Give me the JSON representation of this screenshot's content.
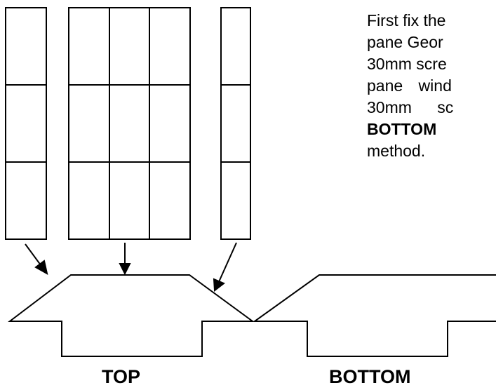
{
  "instructions": {
    "lines": [
      "First fix the",
      "pane Geor",
      "30mm scre",
      "pane wind",
      "30mm sc",
      "method."
    ],
    "bold_word": "BOTTOM"
  },
  "labels": {
    "top": "TOP",
    "bottom": "BOTTOM"
  },
  "colors": {
    "line": "#000000",
    "background": "#ffffff"
  },
  "windows": [
    {
      "name": "left-side-window",
      "columns": 1,
      "rows": 3
    },
    {
      "name": "center-window",
      "columns": 3,
      "rows": 3
    },
    {
      "name": "right-side-window",
      "columns": 1,
      "rows": 3
    }
  ],
  "profiles": [
    {
      "name": "top-profile",
      "label": "TOP"
    },
    {
      "name": "bottom-profile",
      "label": "BOTTOM"
    }
  ]
}
